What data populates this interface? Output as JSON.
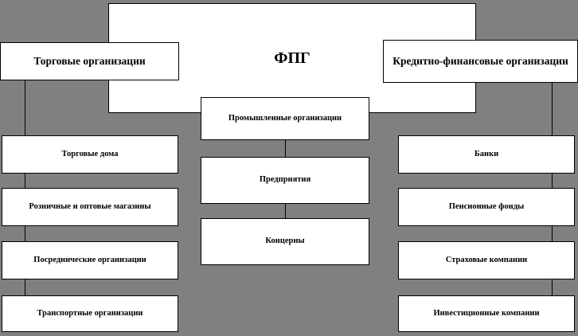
{
  "diagram": {
    "title": "ФПГ",
    "type": "org-hierarchy",
    "root": {
      "label": "ФПГ",
      "name": "root-node-fpg"
    },
    "branches": [
      {
        "name": "trade-branch",
        "header": "Торговые организации",
        "position": "left",
        "children": [
          {
            "label": "Торговые дома"
          },
          {
            "label": "Розничные и оптовые магазины"
          },
          {
            "label": "Посреднические организации"
          },
          {
            "label": "Транспортные организации"
          }
        ]
      },
      {
        "name": "industrial-branch",
        "header": "Промышленные организации",
        "position": "center",
        "children": [
          {
            "label": "Предприятия"
          },
          {
            "label": "Концерны"
          }
        ]
      },
      {
        "name": "finance-branch",
        "header": "Кредитно-финансовые организации",
        "position": "right",
        "children": [
          {
            "label": "Банки"
          },
          {
            "label": "Пенсионные фонды"
          },
          {
            "label": "Страховые компании"
          },
          {
            "label": "Инвестиционные компании"
          }
        ]
      }
    ]
  },
  "colors": {
    "background": "#808080",
    "box_fill": "#ffffff",
    "line": "#000000",
    "text": "#000000"
  }
}
